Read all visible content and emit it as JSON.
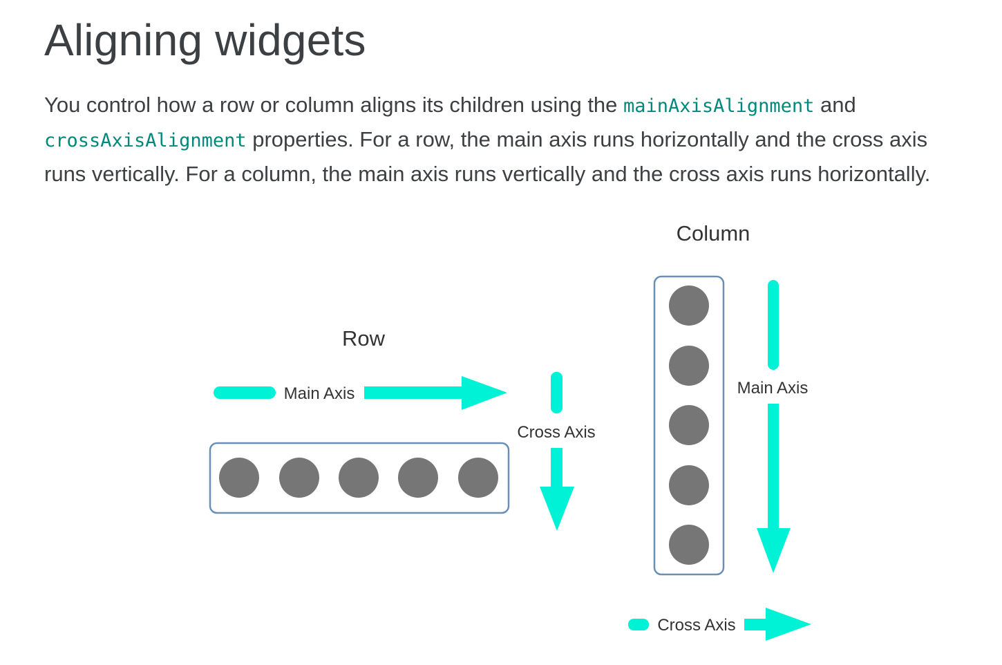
{
  "page": {
    "title": "Aligning widgets",
    "intro": {
      "before": "You control how a row or column aligns its children using the ",
      "code1": "mainAxisAlignment",
      "middle1": " and ",
      "code2": "crossAxisAlignment",
      "after": " properties. For a row, the main axis runs horizontally and the cross axis runs vertically. For a column, the main axis runs vertically and the cross axis runs horizontally."
    }
  },
  "diagram": {
    "row": {
      "title": "Row",
      "main_axis_label": "Main Axis",
      "cross_axis_label": "Cross Axis",
      "child_count": 5
    },
    "column": {
      "title": "Column",
      "main_axis_label": "Main Axis",
      "cross_axis_label": "Cross Axis",
      "child_count": 5
    },
    "colors": {
      "arrow": "#00f2d6",
      "circle": "#767676",
      "box_border": "#6a8fb5",
      "code": "#00897b"
    }
  }
}
